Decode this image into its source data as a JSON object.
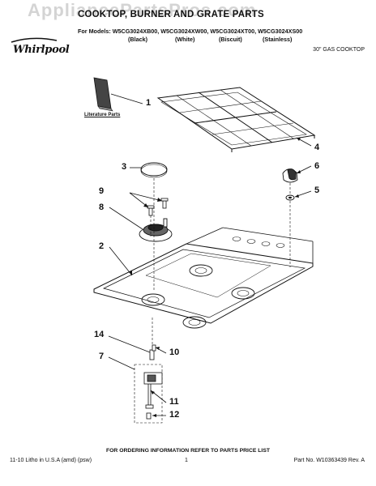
{
  "header": {
    "watermark": "AppliancePartsPros.com",
    "title": "COOKTOP, BURNER AND GRATE PARTS",
    "models": "For Models: W5CG3024XB00, W5CG3024XW00, W5CG3024XT00, W5CG3024XS00",
    "colors": [
      "(Black)",
      "(White)",
      "(Biscuit)",
      "(Stainless)"
    ],
    "logo": "Whirlpool",
    "subtitle": "30\" GAS COOKTOP"
  },
  "diagram": {
    "literature_label": "Literature Parts",
    "callouts": [
      "1",
      "2",
      "3",
      "4",
      "5",
      "6",
      "7",
      "8",
      "9",
      "10",
      "11",
      "12",
      "14"
    ]
  },
  "footer": {
    "ordering_info": "FOR ORDERING INFORMATION REFER TO PARTS PRICE LIST",
    "litho": "11-10 Litho in U.S.A (amd) (psw)",
    "page": "1",
    "part_no": "Part No. W10363439 Rev. A"
  }
}
